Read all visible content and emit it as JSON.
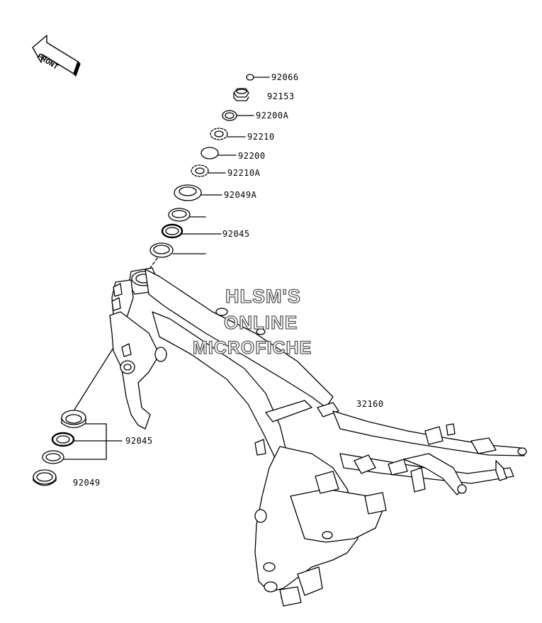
{
  "direction_indicator": {
    "text": "FRONT",
    "icon": "arrow-icon"
  },
  "watermark": {
    "line1": "HLSM'S",
    "line2": "ONLINE",
    "line3": "MICROFICHE"
  },
  "parts": [
    {
      "number": "92066"
    },
    {
      "number": "92153"
    },
    {
      "number": "92200A"
    },
    {
      "number": "92210"
    },
    {
      "number": "92200"
    },
    {
      "number": "92210A"
    },
    {
      "number": "92049A"
    },
    {
      "number": "92045"
    },
    {
      "number": "32160"
    },
    {
      "number": "92045"
    },
    {
      "number": "92049"
    }
  ]
}
